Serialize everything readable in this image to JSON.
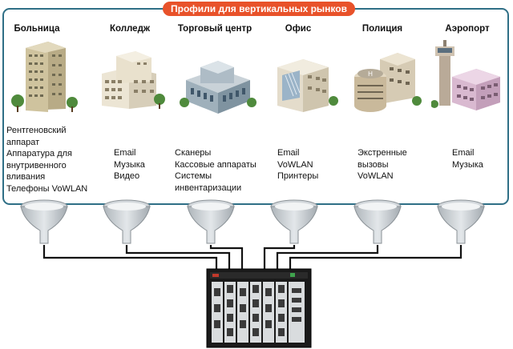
{
  "banner": "Профили для вертикальных рынков",
  "columns": [
    {
      "title": "Больница",
      "items": [
        "Рентгеновский",
        "аппарат",
        "Аппаратура для",
        "внутривенного",
        "вливания",
        "Телефоны VoWLAN"
      ]
    },
    {
      "title": "Колледж",
      "items": [
        "Email",
        "Музыка",
        "Видео"
      ]
    },
    {
      "title": "Торговый центр",
      "items": [
        "Сканеры",
        "Кассовые аппараты",
        "Системы",
        "инвентаризации"
      ]
    },
    {
      "title": "Офис",
      "items": [
        "Email",
        "VoWLAN",
        "Принтеры"
      ]
    },
    {
      "title": "Полиция",
      "items": [
        "Экстренные",
        "вызовы",
        "VoWLAN"
      ]
    },
    {
      "title": "Аэропорт",
      "items": [
        "Email",
        "Музыка"
      ]
    }
  ],
  "colors": {
    "frame": "#2f6f86",
    "banner": "#e8522a",
    "funnel": "#c9cfd3",
    "line": "#111111"
  }
}
